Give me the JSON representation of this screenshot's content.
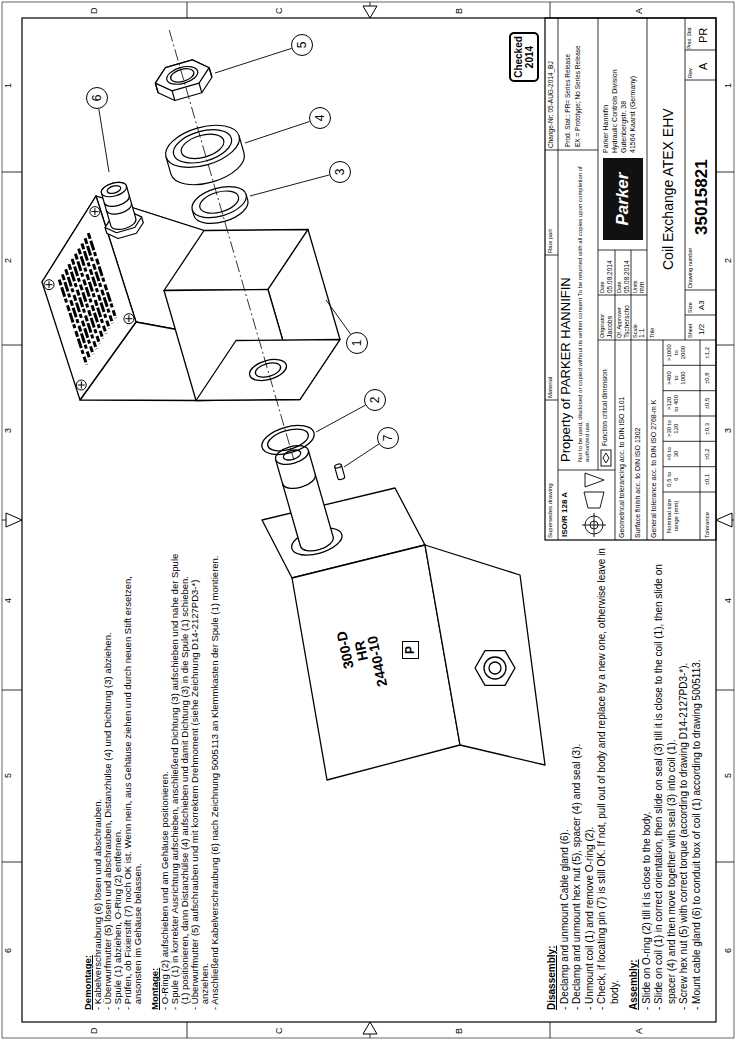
{
  "diagram": {
    "nodes": [
      {
        "text": [
          "1"
        ]
      },
      {
        "text": [
          "2"
        ]
      },
      {
        "text": [
          "3"
        ]
      },
      {
        "text": [
          "4"
        ]
      },
      {
        "text": [
          "5"
        ]
      },
      {
        "text": [
          "6"
        ]
      },
      {
        "text": [
          "7"
        ]
      },
      {
        "text": [
          "Checked 2014"
        ]
      },
      {
        "text": [
          "P"
        ]
      }
    ],
    "labels": [
      "D",
      "C",
      "B",
      "A",
      "D",
      "C",
      "B",
      "A",
      "1",
      "2",
      "3",
      "4",
      "5",
      "6",
      "1",
      "2",
      "3",
      "4",
      "5",
      "6",
      "Demontage:",
      "- Kabelverschraubung (6) lösen und abschrauben.",
      "- Überwurfmutter (5) lösen und abschrauben, Distanzhülse (4) und Dichtung (3) abziehen.",
      "- Spule (1) abziehen, O-Ring (2) entfernen.",
      "- Prüfen, ob Fixierstift (7) noch OK ist. Wenn nein, aus Gehäuse ziehen und durch neuen Stift ersetzen, ansonsten im Gehäuse belassen.",
      "Montage:",
      "- O-Ring (2) aufschieben und am Gehäuse positionieren.",
      "- Spule (1) in korrekter Ausrichtung aufschieben, anschließend Dichtung (3) aufschieben und nahe der Spule (1) positionieren, dann Distanzhülse (4) aufschieben und damit Dichtung (3) in die Spule (1) schieben.",
      "- Überwurfmutter (5) aufschrauben und mit korrektem Drehmoment (siehe Zeichnung D14-2127PD3-*) anziehen.",
      "- Anschließend Kabelverschraubung (6) nach Zeichnung 5005113 an Klemmkasten der Spule (1) montieren.",
      "Disassembly:",
      "- Declamp and unmount Cable gland (6).",
      "- Declamp and unmount hex nut (5), spacer (4) and seal (3).",
      "- Unmount coil (1) and remove O-ring (2).",
      "- Check, if locating pin (7) is still OK. If not, pull out of body and replace by a new one, otherwise leave in body.",
      "Assembly:",
      "- Slide on O-ring (2) till it is close to the body.",
      "- Slide on coil (1) in correct orientation, then slide on seal (3) till it is close to the coil (1), then slide on spacer (4) and then move together with seal (3) into coil (1).",
      "- Screw hex nut (5) with correct torque (according to drawing D14-2127PD3-*).",
      "- Mount cable gland (6) to conduit box of coil (1) according to drawing 5005113.",
      "300-D",
      "HR",
      "2440-10",
      "Supersedes drawing",
      "Material",
      "Raw part",
      "Change-Nr: 05-AUG-2014_BJ",
      "ISO/R 128 A",
      "Property of PARKER HANNIFIN",
      "Not to be used, disclosed or copied without its written consent To be returned with all copies upon completion of authorized use.",
      "Prod. Stat.: PR= Series Release",
      "EX = Prototype; No Series Release",
      "Function critical dimension",
      "Originator",
      "Jacobs",
      "Date",
      "05.08.2014",
      "Qf. Approver",
      "Tscherscho",
      "Date",
      "05.08.2014",
      "Geometrical tolerancing acc. to DIN ISO 1101",
      "Surface finish acc. to DIN ISO 1302",
      "Scale",
      "1:1",
      "Units",
      "mm",
      "General tolerance acc. to DIN ISO 2768-m K",
      "Title",
      "Coil Exchange ATEX EHV",
      "Nominal size range (mm)",
      "0,5 to 6",
      ">6 to 30",
      ">30 to 120",
      ">120 to 400",
      ">400 to 1000",
      ">1000 to 2000",
      "Tolerance",
      "±0,1",
      "±0,2",
      "±0,3",
      "±0,5",
      "±0,8",
      "±1,2",
      "Sheet",
      "1/2",
      "Size",
      "A3",
      "Drawing number",
      "35015821",
      "Rev",
      "A",
      "Prod. Stat.",
      "PR",
      "Parker",
      "Parker Hannifin",
      "Hydraulic Controls Division",
      "Gutenbergstr. 38",
      "41564 Kaarst (Germany)"
    ]
  }
}
